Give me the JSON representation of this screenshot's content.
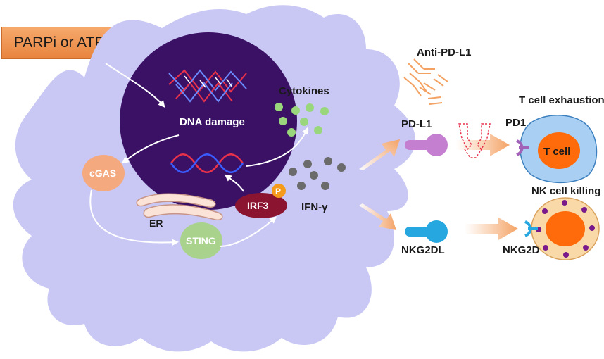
{
  "drug_label": "PARPi or ATRi",
  "labels": {
    "dna_damage": "DNA damage",
    "cytokines": "Cytokines",
    "cgas": "cGAS",
    "er": "ER",
    "sting": "STING",
    "irf3": "IRF3",
    "phospho": "P",
    "ifn": "IFN-γ",
    "anti_pdl1": "Anti-PD-L1",
    "pdl1": "PD-L1",
    "nkg2dl": "NKG2DL",
    "t_exhaustion": "T cell exhaustion",
    "pd1": "PD1",
    "t_cell": "T cell",
    "nk_killing": "NK cell killing",
    "nkg2d": "NKG2D"
  },
  "colors": {
    "tumor_cell": "#c9c8f4",
    "nucleus": "#3b1166",
    "cgas": "#f4a97f",
    "sting": "#a9d38c",
    "irf3": "#8b1430",
    "phospho": "#f59b1c",
    "cytokine": "#9ad77c",
    "ifn": "#6b6b6b",
    "pdl1": "#c57fd0",
    "nkg2dl": "#27a7e0",
    "t_cell_outer": "#a9d0f2",
    "t_cell_inner": "#ff6a0a",
    "nk_outer": "#fad9a8",
    "nk_inner": "#ff6a0a",
    "granule": "#7a1a8a",
    "arrow": "#f4a264",
    "antibody": "#f4a264"
  }
}
